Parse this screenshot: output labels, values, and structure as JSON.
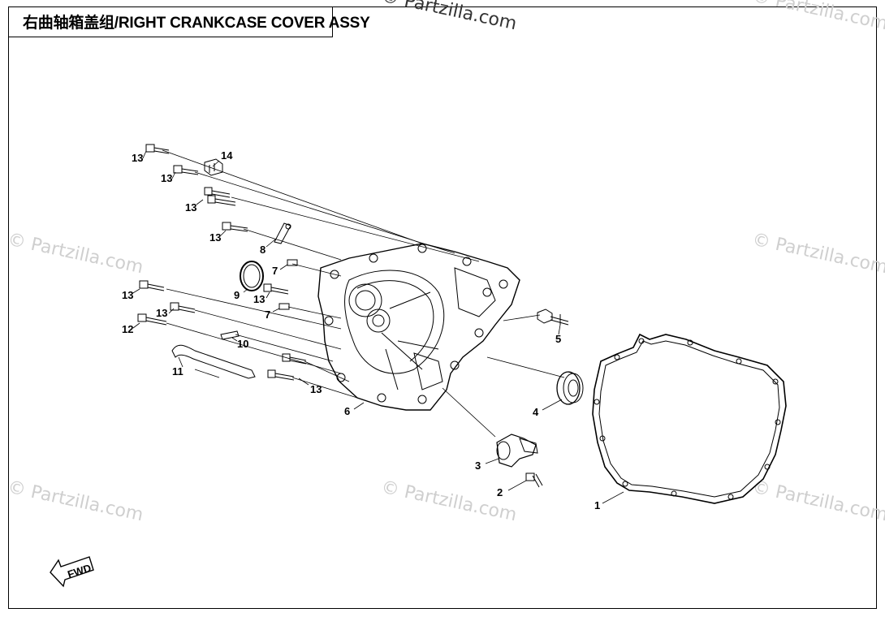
{
  "title": "右曲轴箱盖组/RIGHT CRANKCASE COVER ASSY",
  "watermark": "© Partzilla.com",
  "fwd_label": "FWD",
  "callouts": {
    "c1": "1",
    "c2": "2",
    "c3": "3",
    "c4": "4",
    "c5": "5",
    "c6": "6",
    "c7a": "7",
    "c7b": "7",
    "c8": "8",
    "c9": "9",
    "c10": "10",
    "c11": "11",
    "c12": "12",
    "c13a": "13",
    "c13b": "13",
    "c13c": "13",
    "c13d": "13",
    "c13e": "13",
    "c13f": "13",
    "c13g": "13",
    "c13h": "13",
    "c14": "14"
  }
}
